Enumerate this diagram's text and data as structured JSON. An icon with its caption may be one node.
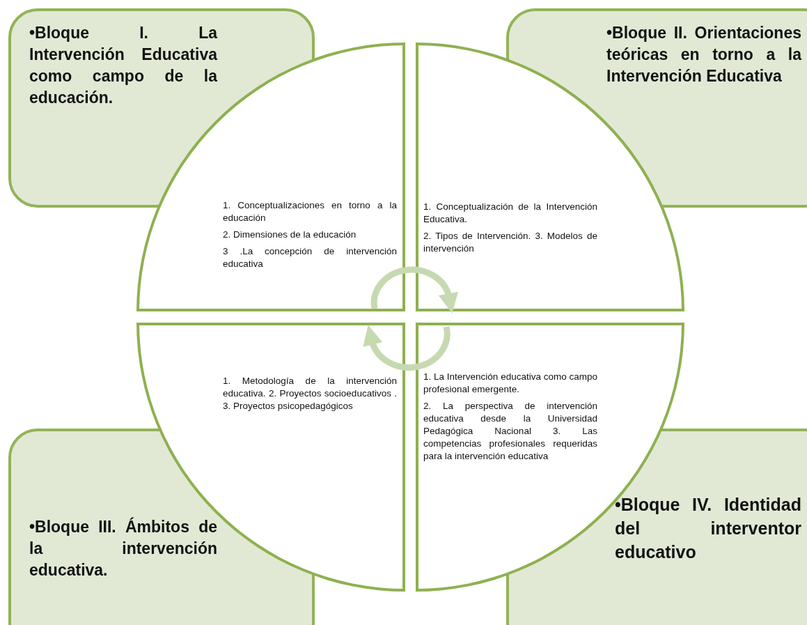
{
  "diagram": {
    "nodes": [
      {
        "text": [
          "•Bloque I. La Intervención Educativa como campo de la educación."
        ]
      },
      {
        "text": [
          "•Bloque II. Orientaciones teóricas en torno a la Intervención Educativa"
        ]
      },
      {
        "text": [
          "•Bloque III. Ámbitos de la intervención educativa."
        ]
      },
      {
        "text": [
          "•Bloque IV. Identidad del interventor educativo"
        ]
      },
      {
        "text": [
          "1. Conceptualizaciones en torno a la educación",
          "2. Dimensiones de la educación",
          "3 .La concepción de intervención educativa"
        ]
      },
      {
        "text": [
          "1. Conceptualización de la Intervención Educativa.",
          "2. Tipos de Intervención. 3. Modelos de intervención"
        ]
      },
      {
        "text": [
          "1. Metodología de la intervención educativa. 2. Proyectos socioeducativos . 3. Proyectos psicopedagógicos"
        ]
      },
      {
        "text": [
          "1. La Intervención educativa como campo profesional emergente.",
          "2. La perspectiva de intervención educativa desde la Universidad Pedagógica Nacional 3. Las competencias profesionales requeridas para la intervención educativa"
        ]
      }
    ],
    "edges": [
      {
        "from": 4,
        "to": 5,
        "arrow": "to"
      },
      {
        "from": 7,
        "to": 6,
        "arrow": "to"
      }
    ]
  }
}
